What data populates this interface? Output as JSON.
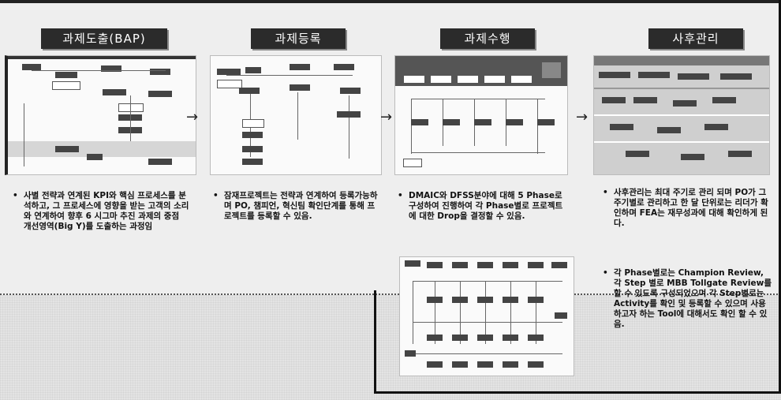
{
  "stages": [
    {
      "title": "과제도출(BAP)",
      "description": "사별 전략과 연계된 KPI와 핵심 프로세스를 분석하고, 그 프로세스에 영향을 받는 고객의 소리와 연계하여 향후 6 시그마 추진 과제의 중점 개선영역(Big Y)를 도출하는 과정임"
    },
    {
      "title": "과제등록",
      "description": "잠재프로젝트는 전략과 연계하여 등록가능하며 PO, 챔피언, 혁신팀 확인단계를 통해 프로젝트를 등록할 수 있음."
    },
    {
      "title": "과제수행",
      "description": "DMAIC와 DFSS분야에 대해 5 Phase로 구성하여 진행하여 각 Phase별로 프로젝트에 대한 Drop을 결정할 수 있음."
    },
    {
      "title": "사후관리",
      "description": "사후관리는 최대 주기로 관리 되며 PO가 그 주기별로 관리하고 한 달 단위로는 리더가 확인하며 FEA는 재무성과에 대해 확인하게 된다.",
      "description2": "각 Phase별로는 Champion Review, 각 Step 별로 MBB Tollgate Review를 할 수 있도록 구성되었으며 각 Step별로는 Activity를 확인 및 등록할 수 있으며 사용하고자 하는 Tool에 대해서도 확인 할 수 있음."
    }
  ],
  "bullet": "•",
  "arrow": "→"
}
